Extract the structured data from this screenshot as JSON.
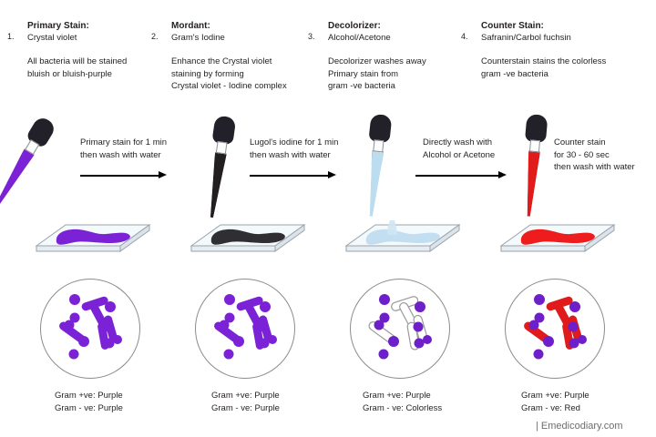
{
  "figure": {
    "credit": "| Emedicodiary.com"
  },
  "steps": [
    {
      "number": "1.",
      "title": "Primary Stain:",
      "subtitle": "Crystal violet",
      "body": [
        "All bacteria will be stained",
        "bluish or bluish-purple"
      ],
      "process": [
        "Primary stain for 1 min",
        "then wash with water"
      ],
      "reagent_color": "#7b22d6",
      "smear_color": "#7b22d6",
      "result": [
        "Gram +ve: Purple",
        "Gram - ve: Purple"
      ],
      "rods_color": "#7b22d6",
      "cocci_color": "#7b22d6"
    },
    {
      "number": "2.",
      "title": "Mordant:",
      "subtitle": "Gram's Iodine",
      "body": [
        "Enhance the Crystal violet",
        "staining by forming",
        "Crystal violet - Iodine complex"
      ],
      "process": [
        "Lugol's iodine for 1 min",
        "then wash with water"
      ],
      "reagent_color": "#231f20",
      "smear_color": "#2f2f33",
      "result": [
        "Gram +ve: Purple",
        "Gram - ve: Purple"
      ],
      "rods_color": "#7b22d6",
      "cocci_color": "#7b22d6"
    },
    {
      "number": "3.",
      "title": "Decolorizer:",
      "subtitle": "Alcohol/Acetone",
      "body": [
        "Decolorizer washes away",
        "Primary stain from",
        "gram -ve bacteria"
      ],
      "process": [
        "Directly wash with",
        "Alcohol or Acetone"
      ],
      "reagent_color": "#bcdcf0",
      "smear_color": "#bfdcef",
      "result": [
        "Gram +ve: Purple",
        "Gram - ve: Colorless"
      ],
      "rods_color": "#ffffff",
      "cocci_color": "#6d1fc9"
    },
    {
      "number": "4.",
      "title": "Counter Stain:",
      "subtitle": "Safranin/Carbol fuchsin",
      "body": [
        "Counterstain stains the colorless",
        "gram -ve bacteria"
      ],
      "process": [
        "Counter stain",
        "for 30 - 60 sec",
        "then wash with water"
      ],
      "reagent_color": "#e01b1b",
      "smear_color": "#ee1c1c",
      "result": [
        "Gram +ve: Purple",
        "Gram - ve: Red"
      ],
      "rods_color": "#e01b1b",
      "cocci_color": "#6d1fc9"
    }
  ],
  "colors": {
    "purple": "#7b22d6",
    "deep_purple": "#6d1fc9",
    "red": "#e01b1b",
    "black": "#231f20",
    "light_blue": "#bfdcef",
    "slide_glass": "#f4f8fb",
    "outline": "#8c8c8c"
  }
}
